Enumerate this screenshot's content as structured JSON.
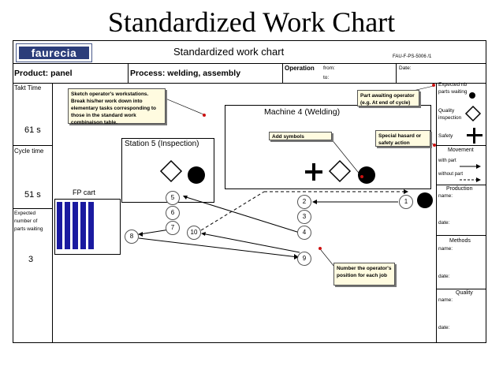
{
  "page_title": "Standardized Work Chart",
  "header": {
    "logo_text": "faurecia",
    "form_title": "Standardized work chart",
    "form_code": "FAU-F-PS-5006 /1",
    "product_label": "Product: panel",
    "process_label": "Process: welding, assembly",
    "operation_label": "Operation",
    "from_label": "from:",
    "to_label": "to:",
    "date_label": "Date:"
  },
  "left_column": {
    "takt_label": "Takt Time",
    "takt_value": "61 s",
    "cycle_label": "Cycle time",
    "cycle_value": "51 s",
    "expected_label_1": "Expected",
    "expected_label_2": "number of",
    "expected_label_3": "parts waiting",
    "expected_value": "3"
  },
  "right_column": {
    "expected_nb_1": "Expected nb",
    "expected_nb_2": "parts waiting",
    "quality_1": "Quality",
    "quality_2": "inspection",
    "safety": "Safety",
    "movement": "Movement",
    "with_part": "with part",
    "without_part": "without part",
    "production": "Production",
    "production_name": "name:",
    "production_date": "date:",
    "methods": "Methods",
    "methods_name": "name:",
    "methods_date": "date:",
    "quality": "Quality",
    "quality_name": "name:",
    "quality_date": "date:"
  },
  "work_area": {
    "machine_label": "Machine 4 (Welding)",
    "station_label": "Station 5 (Inspection)",
    "cart_label": "FP cart"
  },
  "notes": {
    "sketch": "Sketch operator's workstations. Break his/her work down into elementary tasks corresponding to those in the standard work combinaison table.",
    "add_symbols": "Add symbols",
    "part_awaiting": "Part awaiting operator (e.g. At end of cycle)",
    "special_hazard": "Special hasard or safety action",
    "number_operator": "Number the operator's position for each job"
  },
  "steps": [
    "1",
    "2",
    "3",
    "4",
    "5",
    "6",
    "7",
    "8",
    "9",
    "10"
  ],
  "icons": {
    "logo": "faurecia-logo",
    "quality_check": "diamond-icon",
    "safety_cross": "plus-icon",
    "wip_part": "filled-circle-icon",
    "arrow": "arrow-icon"
  }
}
